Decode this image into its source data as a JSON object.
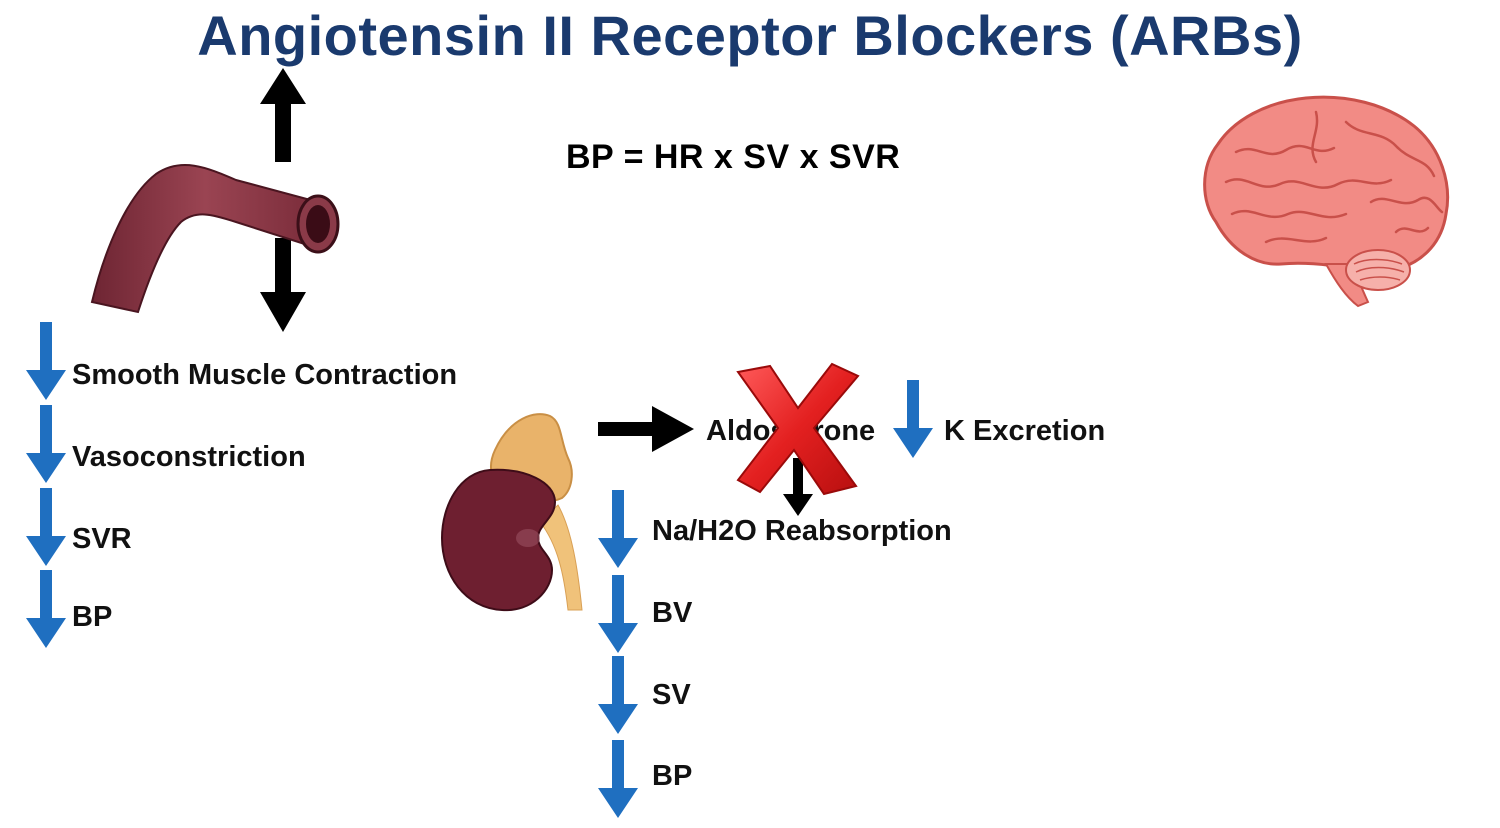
{
  "title": "Angiotensin II Receptor Blockers (ARBs)",
  "formula": "BP = HR x SV x SVR",
  "vessel_effects": [
    {
      "label": "Smooth Muscle Contraction"
    },
    {
      "label": "Vasoconstriction"
    },
    {
      "label": "SVR"
    },
    {
      "label": "BP"
    }
  ],
  "aldosterone_label": "Aldosterone",
  "k_excretion_label": "K Excretion",
  "kidney_effects": [
    {
      "label": "Na/H2O Reabsorption"
    },
    {
      "label": "BV"
    },
    {
      "label": "SV"
    },
    {
      "label": "BP"
    }
  ],
  "colors": {
    "title": "#1a3a6e",
    "down_arrow": "#1f6fc0",
    "blocked_x": "#e32020",
    "vessel": "#8a3a48",
    "kidney": "#6e1f30",
    "adrenal": "#e9b36a",
    "brain": "#f28b85"
  },
  "icons": [
    "blood-vessel-icon",
    "kidney-icon",
    "adrenal-gland-icon",
    "brain-icon",
    "blocked-x-icon"
  ]
}
